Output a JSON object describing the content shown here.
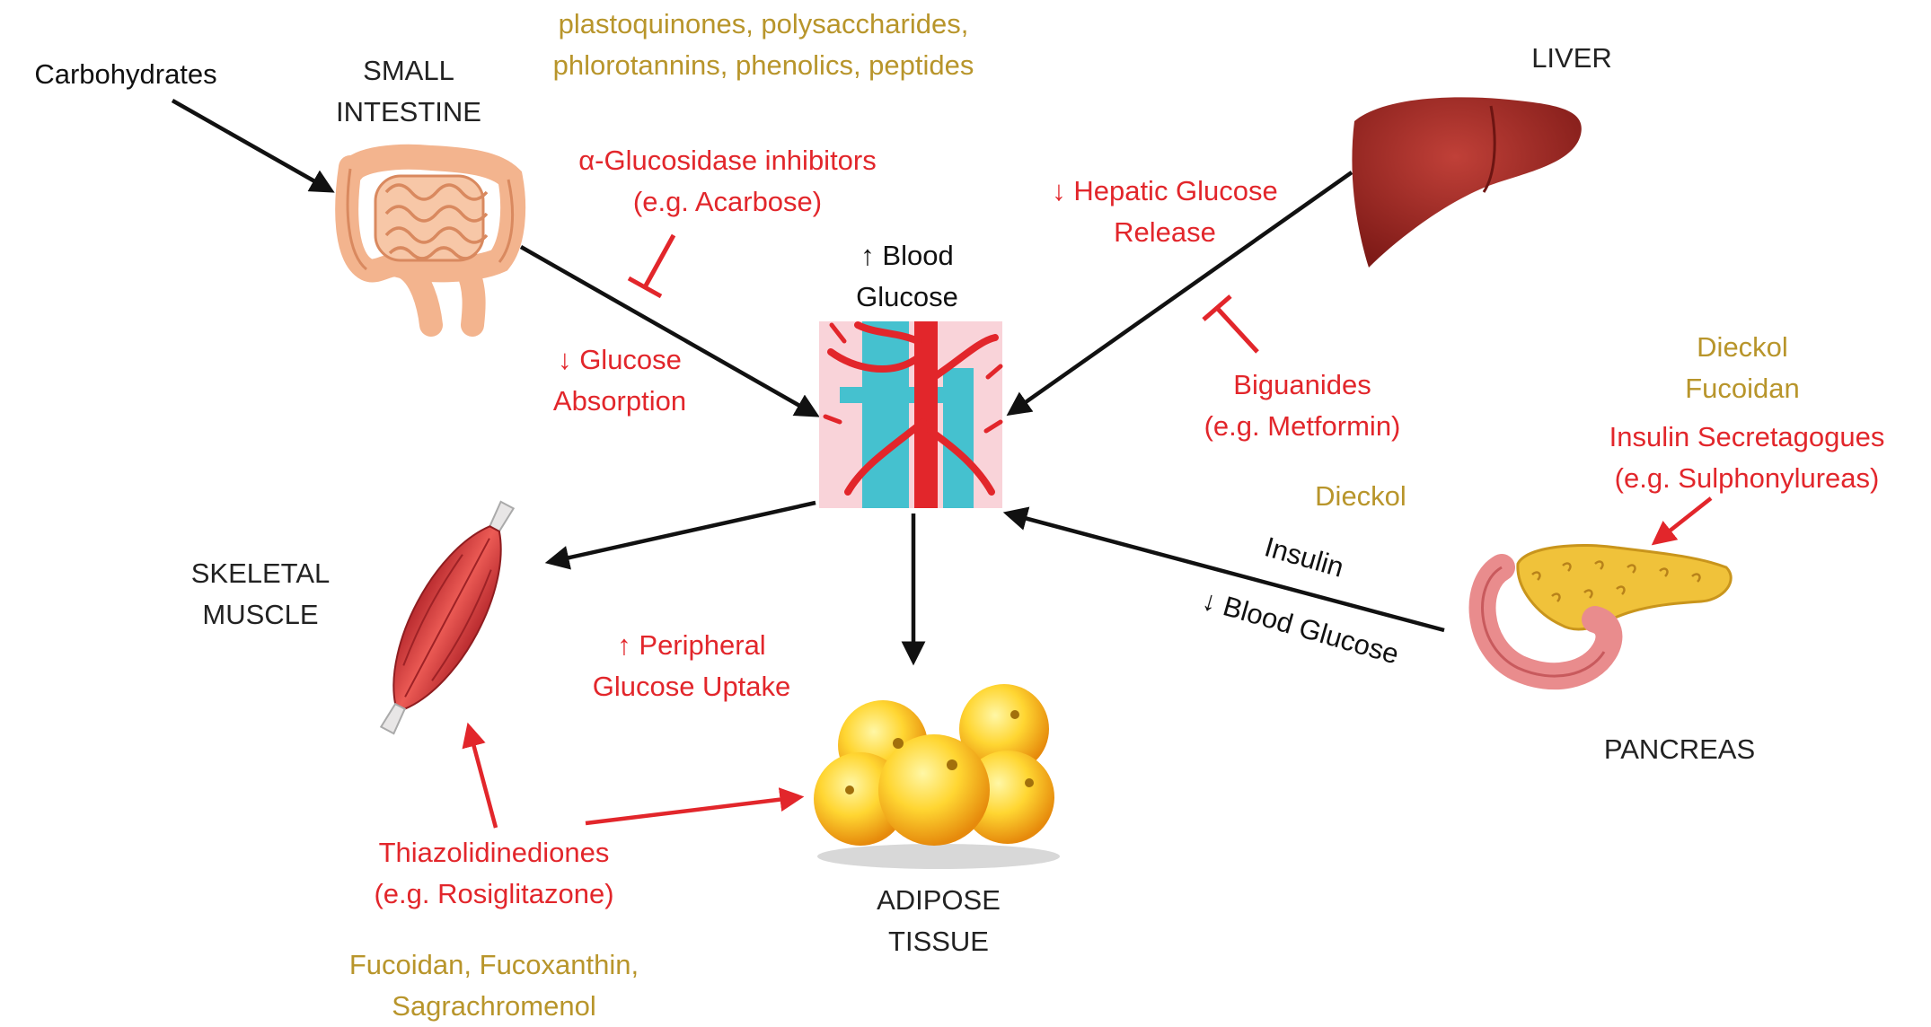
{
  "colors": {
    "arrow_black": "#111111",
    "arrow_red": "#e2262b",
    "text_red": "#e2262b",
    "text_gold": "#b8952b",
    "text_dark": "#222222"
  },
  "icons": {
    "intestine": "small-intestine-illustration",
    "liver": "liver-illustration",
    "vessels": "blood-vessels-illustration",
    "muscle": "skeletal-muscle-illustration",
    "adipose": "fat-cells-illustration",
    "pancreas": "pancreas-illustration"
  },
  "labels": {
    "carbohydrates": "Carbohydrates",
    "small_intestine": [
      "SMALL",
      "INTESTINE"
    ],
    "liver": "LIVER",
    "skeletal_muscle": [
      "SKELETAL",
      "MUSCLE"
    ],
    "adipose_tissue": [
      "ADIPOSE",
      "TISSUE"
    ],
    "pancreas": "PANCREAS",
    "blood_glucose_up": [
      "↑ Blood",
      "Glucose"
    ],
    "glucose_absorption": [
      "↓ Glucose",
      "Absorption"
    ],
    "alpha_glucosidase": [
      "α-Glucosidase inhibitors",
      "(e.g. Acarbose)"
    ],
    "hepatic_release": [
      "↓ Hepatic Glucose",
      "Release"
    ],
    "biguanides": [
      "Biguanides",
      "(e.g. Metformin)"
    ],
    "peripheral_uptake": [
      "↑ Peripheral",
      "Glucose Uptake"
    ],
    "thiazolidinediones": [
      "Thiazolidinediones",
      "(e.g. Rosiglitazone)"
    ],
    "insulin_secretagogues": [
      "Insulin Secretagogues",
      "(e.g. Sulphonylureas)"
    ],
    "insulin": "Insulin",
    "blood_glucose_down": "↓ Blood Glucose"
  },
  "marine_compounds": {
    "intestine": [
      "plastoquinones, polysaccharides,",
      "phlorotannins, phenolics, peptides"
    ],
    "liver": "Dieckol",
    "pancreas": [
      "Dieckol",
      "Fucoidan"
    ],
    "muscle_adipose": [
      "Fucoidan, Fucoxanthin,",
      "Sagrachromenol"
    ]
  }
}
